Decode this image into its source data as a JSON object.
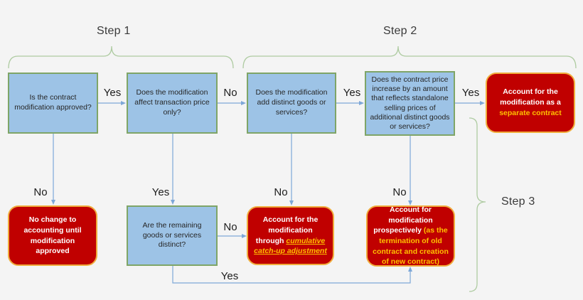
{
  "header": {
    "step1": "Step 1",
    "step2": "Step 2",
    "step3": "Step 3"
  },
  "nodes": {
    "approved": {
      "text": "Is the contract modification approved?"
    },
    "price_only": {
      "text": "Does the modification affect transaction price only?"
    },
    "adds_distinct": {
      "text": "Does the modification add distinct goods or services?"
    },
    "price_increase": {
      "text": "Does the contract price increase by an amount that reflects standalone selling prices of additional distinct goods or services?"
    },
    "separate_contract": {
      "text_plain": "Account for the modification as a",
      "text_highlight": "separate contract"
    },
    "no_change": {
      "text": "No change to accounting until modification approved"
    },
    "remaining_distinct": {
      "text": "Are the remaining goods or services distinct?"
    },
    "catch_up": {
      "text_plain": "Account for the modification through",
      "text_highlight": "cumulative catch-up adjustment"
    },
    "prospective": {
      "text_plain": "Account for modification prospectively",
      "text_highlight": "(as the termination of old contract and creation of new contract)"
    }
  },
  "connections": [
    {
      "from": "approved",
      "to": "price_only",
      "label": "Yes"
    },
    {
      "from": "price_only",
      "to": "adds_distinct",
      "label": "No"
    },
    {
      "from": "adds_distinct",
      "to": "price_increase",
      "label": "Yes"
    },
    {
      "from": "price_increase",
      "to": "separate_contract",
      "label": "Yes"
    },
    {
      "from": "approved",
      "to": "no_change",
      "label": "No"
    },
    {
      "from": "price_only",
      "to": "remaining_distinct",
      "label": "Yes"
    },
    {
      "from": "adds_distinct",
      "to": "catch_up",
      "label": "No"
    },
    {
      "from": "price_increase",
      "to": "prospective",
      "label": "No"
    },
    {
      "from": "remaining_distinct",
      "to": "catch_up",
      "label": "No"
    },
    {
      "from": "remaining_distinct",
      "to": "prospective",
      "label": "Yes"
    }
  ],
  "colors": {
    "background": "#f4f4f4",
    "decision_fill": "#9dc3e6",
    "decision_border": "#7fa567",
    "outcome_fill": "#c00000",
    "outcome_border": "#f0ac3c",
    "highlight_text": "#ffc000",
    "connector": "#7da7d8",
    "brace": "#aecba1"
  }
}
